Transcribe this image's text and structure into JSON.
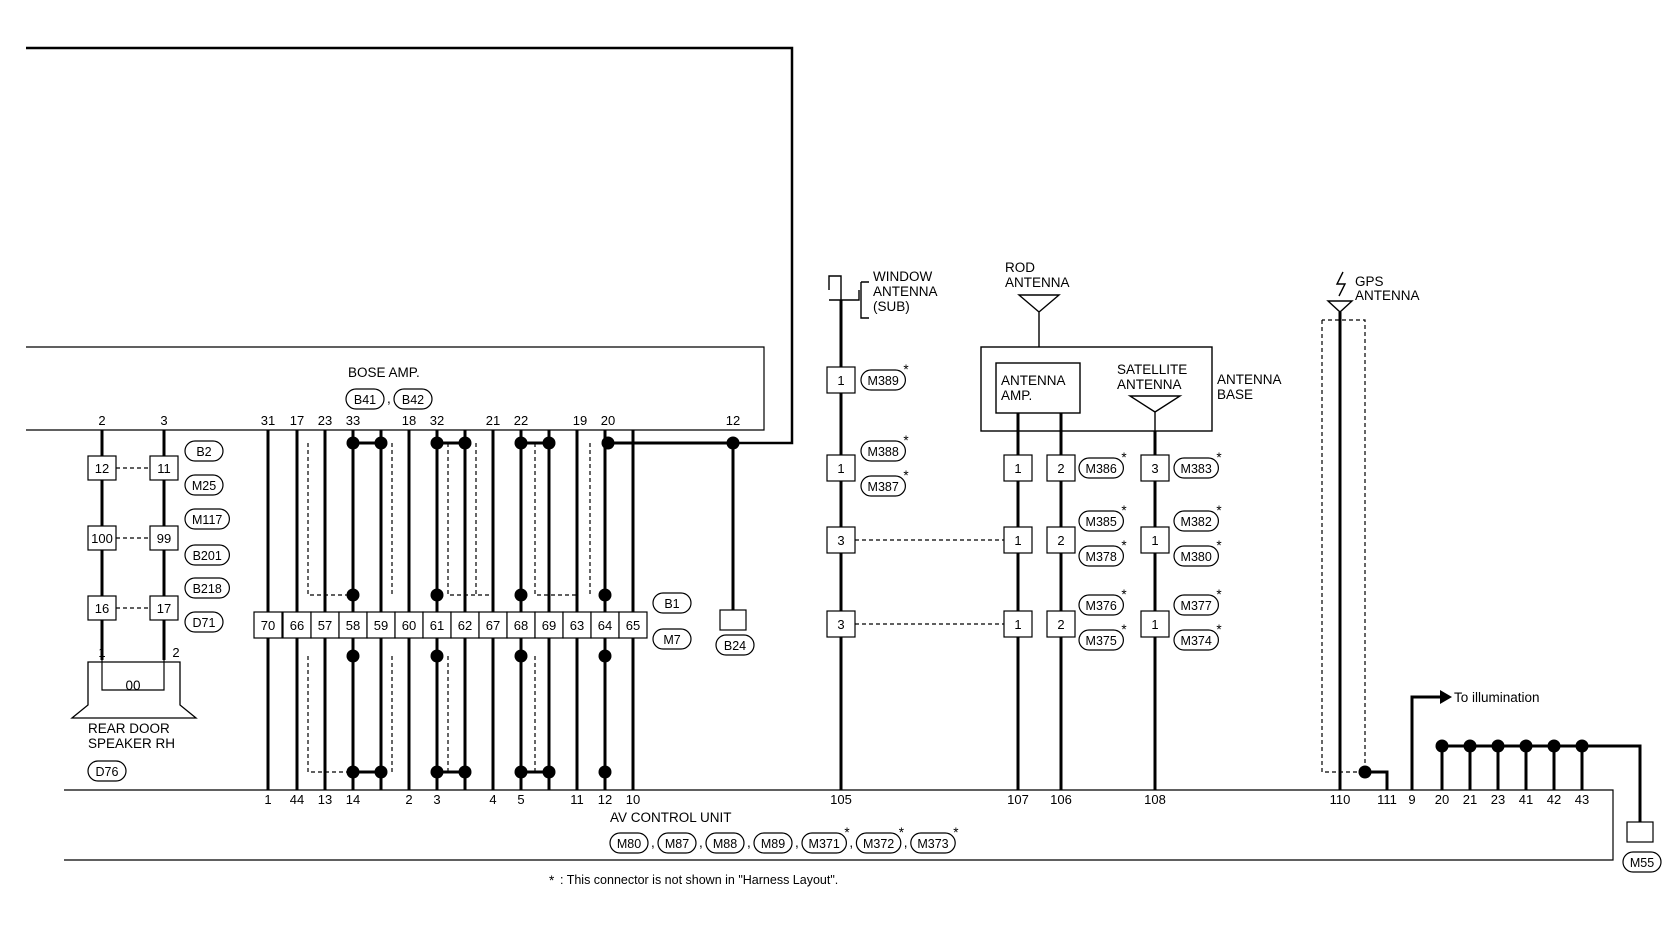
{
  "amp": {
    "title": "BOSE AMP.",
    "connectors": [
      "B41",
      "B42"
    ]
  },
  "amp_top_pins": [
    "2",
    "3",
    "31",
    "17",
    "23",
    "33",
    "18",
    "32",
    "21",
    "22",
    "19",
    "20",
    "12"
  ],
  "speaker": {
    "label_line1": "REAR DOOR",
    "label_line2": "SPEAKER RH",
    "connector": "D76",
    "pins": [
      "1",
      "2"
    ],
    "symbol": "00"
  },
  "speaker_junctions": [
    {
      "left": "12",
      "right": "11"
    },
    {
      "left": "100",
      "right": "99"
    },
    {
      "left": "16",
      "right": "17"
    }
  ],
  "speaker_connectors": [
    "B2",
    "M25",
    "M117",
    "B201",
    "B218",
    "D71"
  ],
  "middle_connector": {
    "pins": [
      "70",
      "66",
      "57",
      "58",
      "59",
      "60",
      "61",
      "62",
      "67",
      "68",
      "69",
      "63",
      "64",
      "65"
    ],
    "labels": [
      "B1",
      "M7"
    ]
  },
  "ground_amp": "B24",
  "window_antenna": {
    "label": [
      "WINDOW",
      "ANTENNA",
      "(SUB)"
    ],
    "pins": [
      "1",
      "1",
      "3",
      "3"
    ],
    "connectors": [
      "M389",
      "M388",
      "M387"
    ]
  },
  "rod_antenna": {
    "label": [
      "ROD",
      "ANTENNA"
    ]
  },
  "antenna_amp": {
    "label": [
      "ANTENNA",
      "AMP."
    ]
  },
  "satellite_antenna": {
    "label": [
      "SATELLITE",
      "ANTENNA"
    ]
  },
  "antenna_base": {
    "label": [
      "ANTENNA",
      "BASE"
    ]
  },
  "antenna_pins": {
    "col1": [
      "1",
      "1",
      "1"
    ],
    "col2": [
      "2",
      "2",
      "2"
    ],
    "col3": [
      "3",
      "1",
      "1"
    ]
  },
  "antenna_connectors": [
    "M386",
    "M385",
    "M378",
    "M376",
    "M375",
    "M383",
    "M382",
    "M380",
    "M377",
    "M374"
  ],
  "gps_antenna": {
    "label": [
      "GPS",
      "ANTENNA"
    ]
  },
  "illumination": "To illumination",
  "av_unit": {
    "title": "AV CONTROL UNIT",
    "pins": [
      "1",
      "44",
      "13",
      "14",
      "2",
      "3",
      "4",
      "5",
      "11",
      "12",
      "10",
      "105",
      "107",
      "106",
      "108",
      "110",
      "111",
      "9",
      "20",
      "21",
      "23",
      "41",
      "42",
      "43"
    ],
    "connectors": [
      "M80",
      "M87",
      "M88",
      "M89",
      "M371",
      "M372",
      "M373"
    ]
  },
  "ground_av": "M55",
  "star": "*",
  "separator": ",",
  "footnote": ": This connector is not shown in \"Harness Layout\"."
}
